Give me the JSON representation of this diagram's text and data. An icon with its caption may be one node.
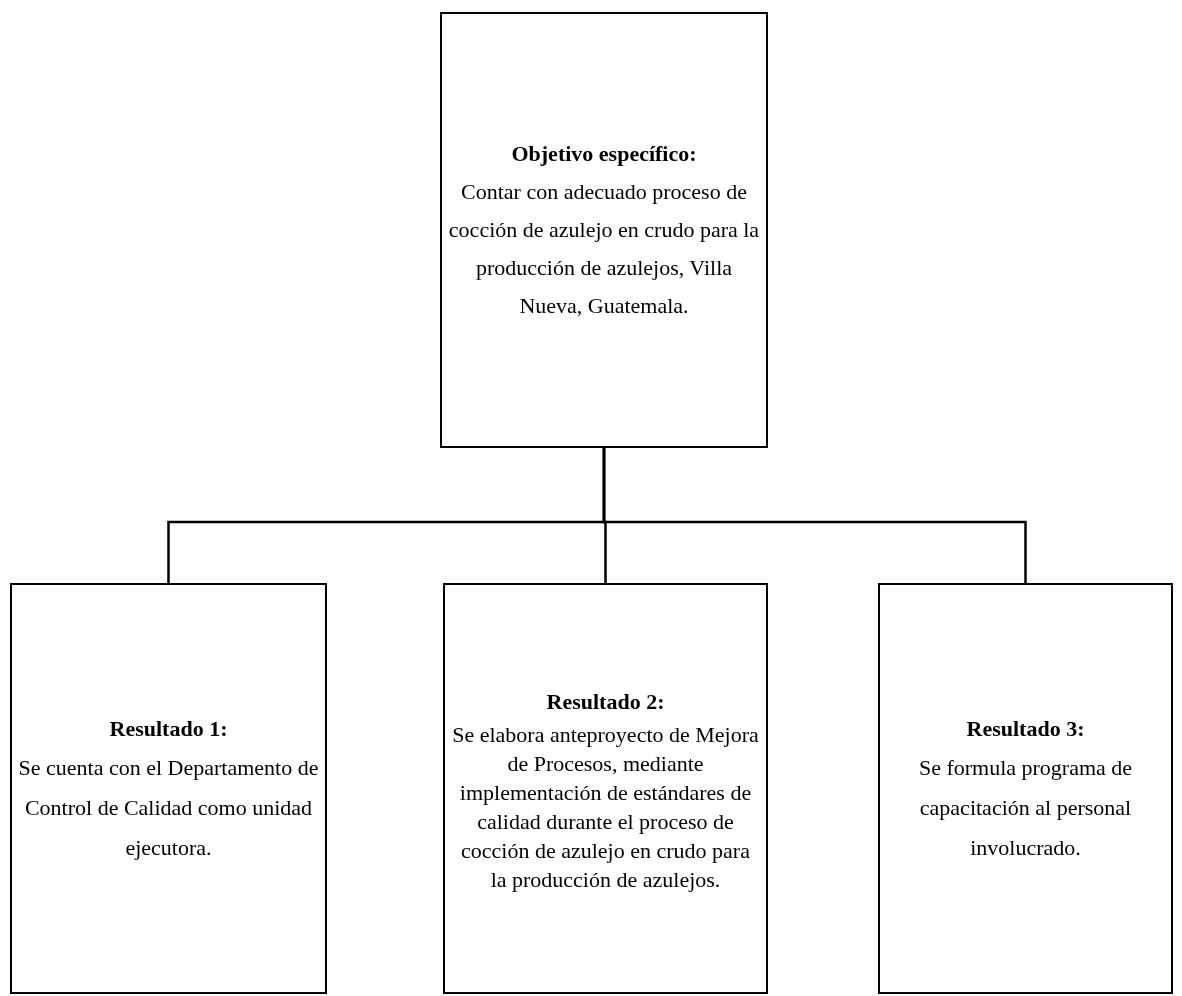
{
  "diagram": {
    "nodes": [
      {
        "text": [
          "Objetivo específico:",
          "Contar con adecuado proceso de cocción de azulejo en crudo para la producción de azulejos, Villa Nueva, Guatemala."
        ]
      },
      {
        "text": [
          "Resultado 1:",
          "Se cuenta con el Departamento de Control de Calidad como unidad ejecutora."
        ]
      },
      {
        "text": [
          "Resultado 2:",
          "Se elabora anteproyecto de Mejora de Procesos, mediante implementación de estándares de calidad durante el proceso de cocción de azulejo en crudo para la producción de azulejos."
        ]
      },
      {
        "text": [
          "Resultado 3:",
          "Se formula programa de capacitación al personal involucrado."
        ]
      }
    ],
    "edges": [
      {
        "from": 0,
        "to": 1,
        "arrow": "none"
      },
      {
        "from": 0,
        "to": 2,
        "arrow": "none"
      },
      {
        "from": 0,
        "to": 3,
        "arrow": "none"
      }
    ]
  }
}
